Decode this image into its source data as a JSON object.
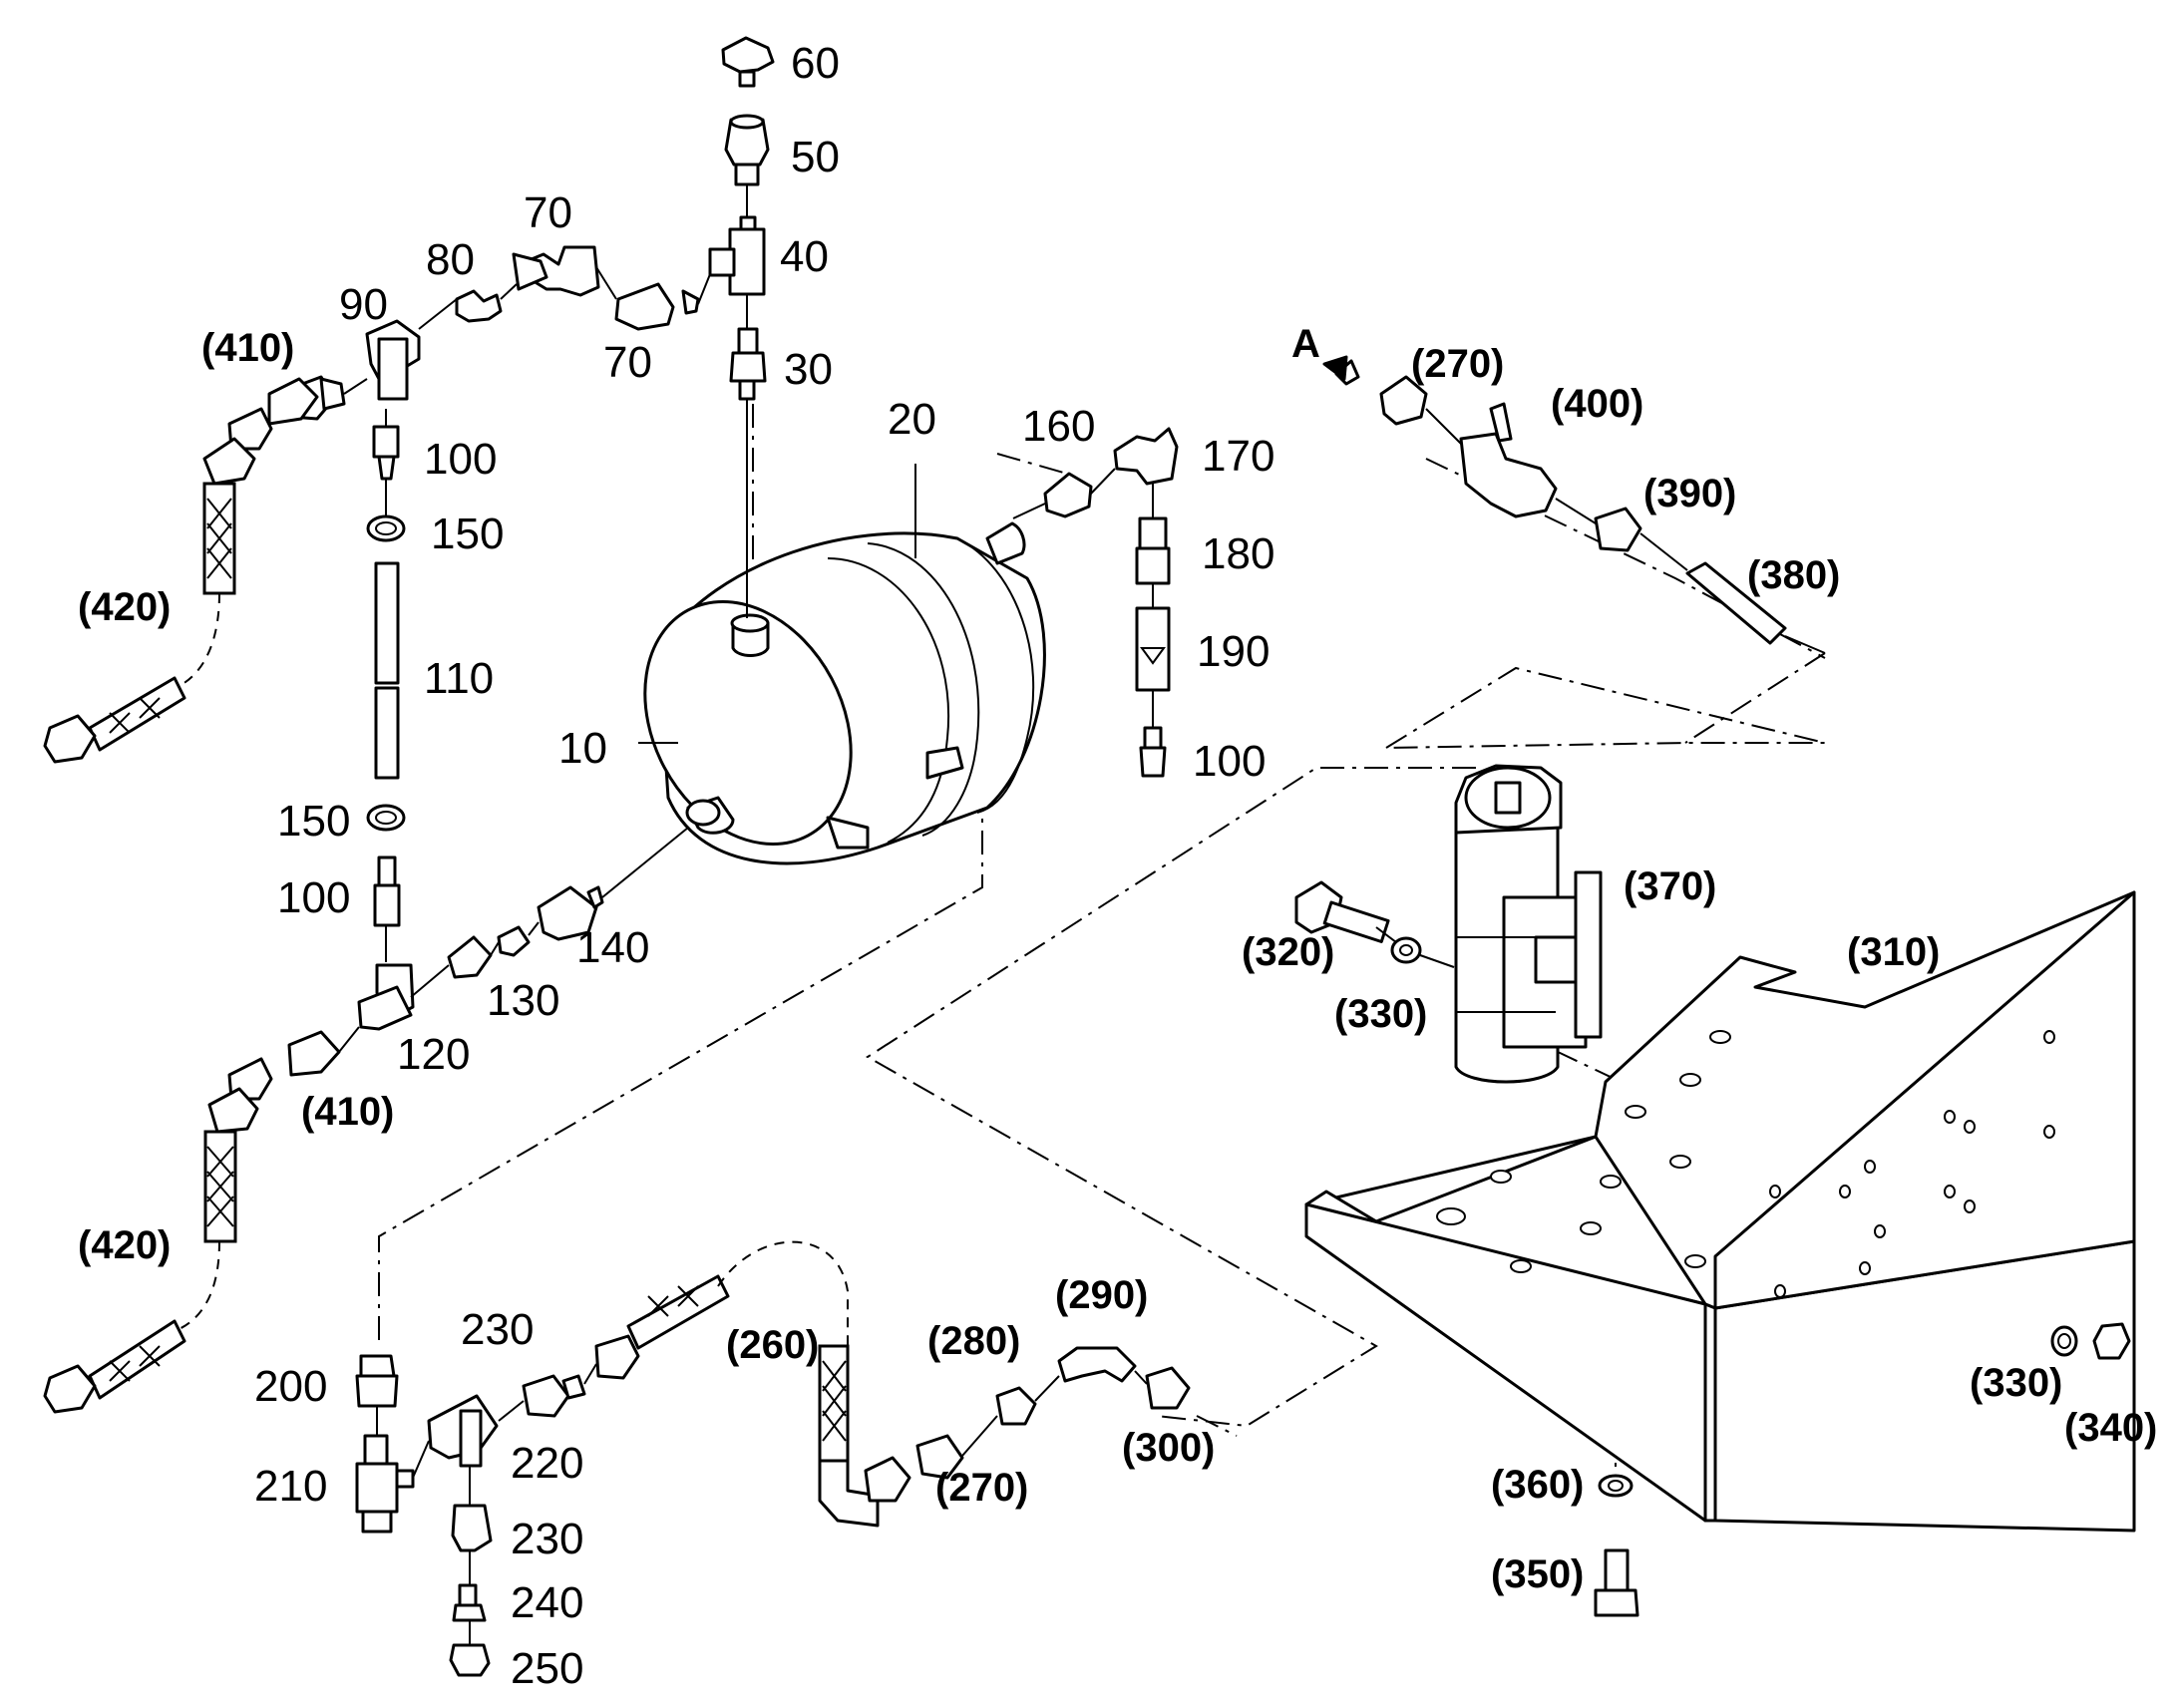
{
  "callouts": {
    "c60": "60",
    "c50": "50",
    "c40": "40",
    "c30": "30",
    "c70a": "70",
    "c70b": "70",
    "c80": "80",
    "c90": "90",
    "c410a": "(410)",
    "c100a": "100",
    "c150a": "150",
    "c420a": "(420)",
    "c110": "110",
    "c10": "10",
    "c20": "20",
    "c150b": "150",
    "c100b": "100",
    "c140": "140",
    "c130": "130",
    "c120": "120",
    "c410b": "(410)",
    "c420b": "(420)",
    "c160": "160",
    "c170": "170",
    "c180": "180",
    "c190": "190",
    "c100c": "100",
    "cA": "A",
    "c270a": "(270)",
    "c400": "(400)",
    "c390": "(390)",
    "c380": "(380)",
    "c370": "(370)",
    "c320": "(320)",
    "c330a": "(330)",
    "c310": "(310)",
    "c200": "200",
    "c210": "210",
    "c220": "220",
    "c230a": "230",
    "c230b": "230",
    "c240": "240",
    "c250": "250",
    "c260": "(260)",
    "c280": "(280)",
    "c290": "(290)",
    "c270b": "(270)",
    "c300": "(300)",
    "c330b": "(330)",
    "c340": "(340)",
    "c360": "(360)",
    "c350": "(350)"
  }
}
